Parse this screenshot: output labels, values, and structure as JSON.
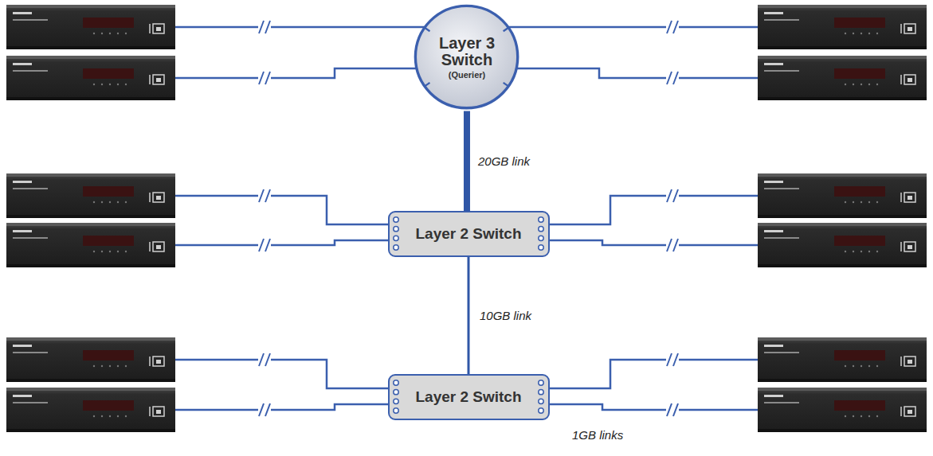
{
  "diagram": {
    "nodes": [
      {
        "text": [
          "Layer 3 Switch",
          "(Querier)"
        ]
      },
      {
        "text": [
          "Layer 2 Switch"
        ]
      },
      {
        "text": [
          "Layer 2 Switch"
        ]
      }
    ],
    "edges": [
      {
        "from": 0,
        "to": 1,
        "label": "20GB link",
        "arrow": "none"
      },
      {
        "from": 1,
        "to": 2,
        "label": "10GB link",
        "arrow": "none"
      }
    ],
    "labels": [
      "1GB links"
    ]
  }
}
